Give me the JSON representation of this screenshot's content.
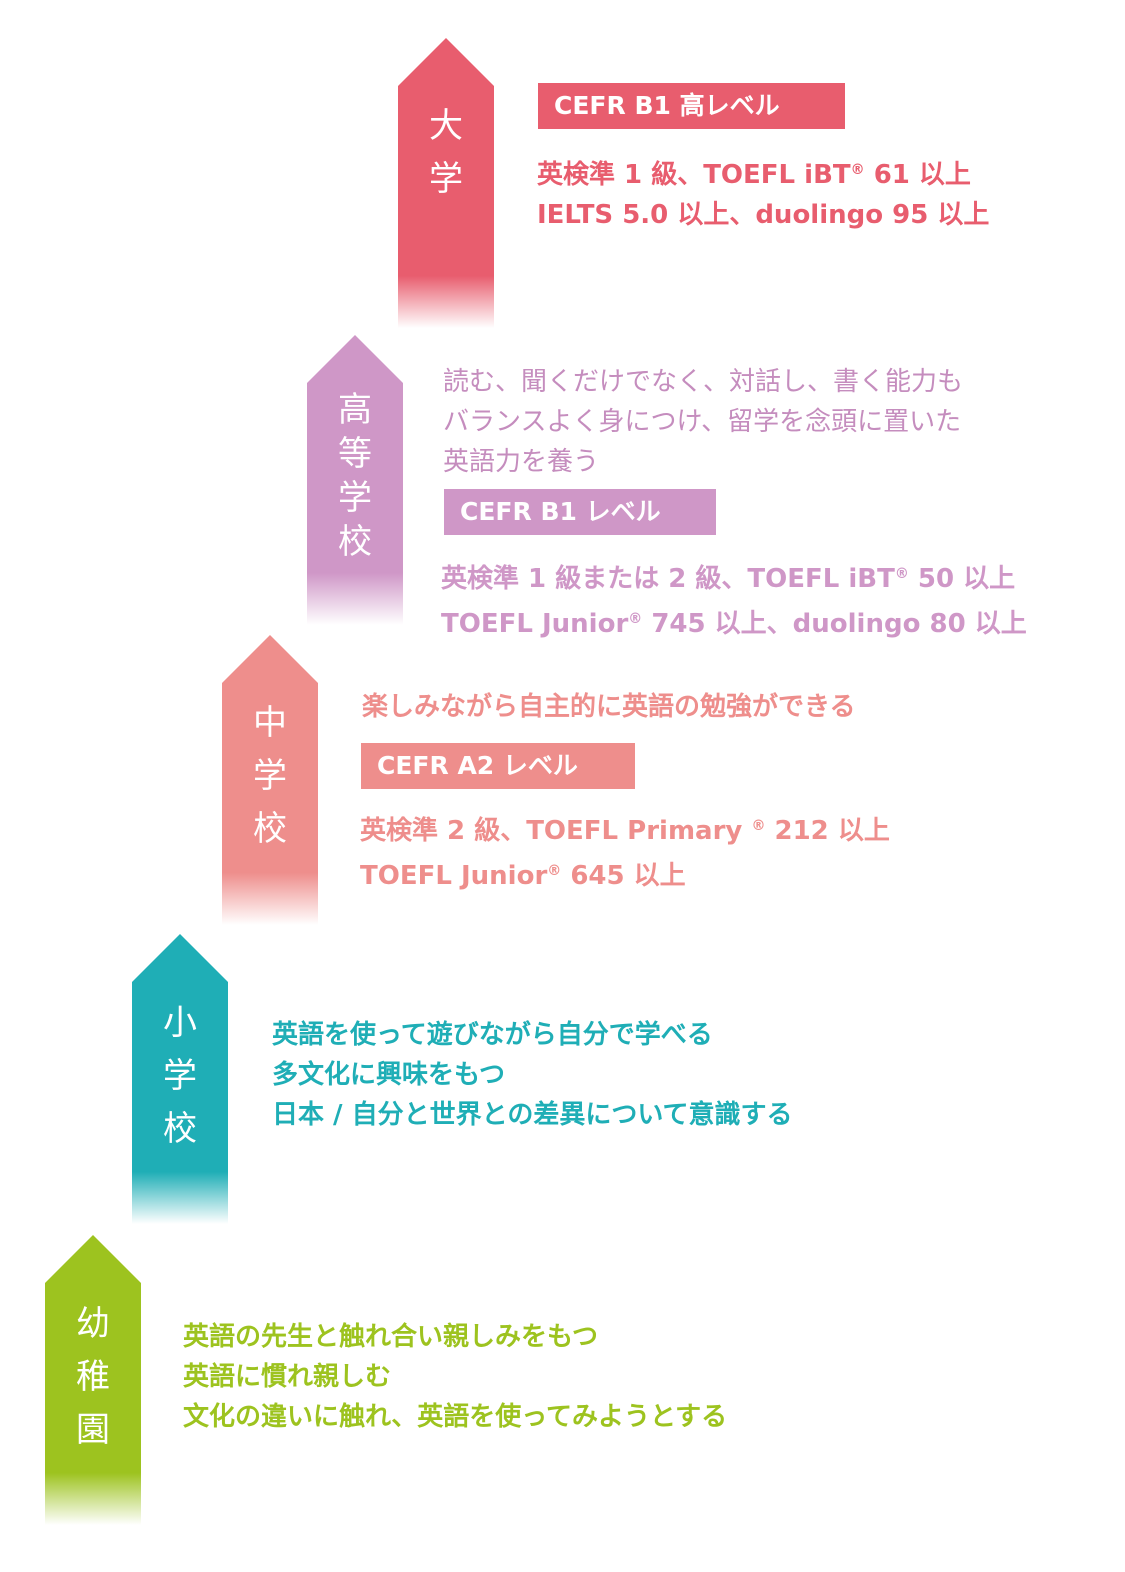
{
  "stages": [
    {
      "id": "university",
      "label_chars": [
        "大",
        "学"
      ],
      "color": "#E85D6E",
      "badge": "CEFR B1 高レベル",
      "lines_before": [],
      "lines_after": [
        "英検準 1 級、TOEFL iBT® 61 以上",
        "IELTS 5.0 以上、duolingo 95 以上"
      ]
    },
    {
      "id": "high-school",
      "label_chars": [
        "高",
        "等",
        "学",
        "校"
      ],
      "color": "#CF97C7",
      "badge": "CEFR B1 レベル",
      "lines_before": [
        "読む、聞くだけでなく、対話し、書く能力も",
        "バランスよく身につけ、留学を念頭に置いた",
        "英語力を養う"
      ],
      "lines_after": [
        "英検準 1 級または 2 級、TOEFL iBT® 50 以上",
        "TOEFL Junior® 745 以上、duolingo 80 以上"
      ]
    },
    {
      "id": "junior-high",
      "label_chars": [
        "中",
        "学",
        "校"
      ],
      "color": "#EE8E8C",
      "badge": "CEFR A2 レベル",
      "lines_before": [
        "楽しみながら自主的に英語の勉強ができる"
      ],
      "lines_after": [
        "英検準 2 級、TOEFL Primary ® 212 以上",
        "TOEFL Junior® 645 以上"
      ]
    },
    {
      "id": "elementary",
      "label_chars": [
        "小",
        "学",
        "校"
      ],
      "color": "#1FAEB6",
      "badge": "",
      "lines_before": [
        "英語を使って遊びながら自分で学べる",
        "多文化に興味をもつ",
        "日本 / 自分と世界との差異について意識する"
      ],
      "lines_after": []
    },
    {
      "id": "kindergarten",
      "label_chars": [
        "幼",
        "稚",
        "園"
      ],
      "color": "#9DC31F",
      "badge": "",
      "lines_before": [
        "英語の先生と触れ合い親しみをもつ",
        "英語に慣れ親しむ",
        "文化の違いに触れ、英語を使ってみようとする"
      ],
      "lines_after": []
    }
  ]
}
